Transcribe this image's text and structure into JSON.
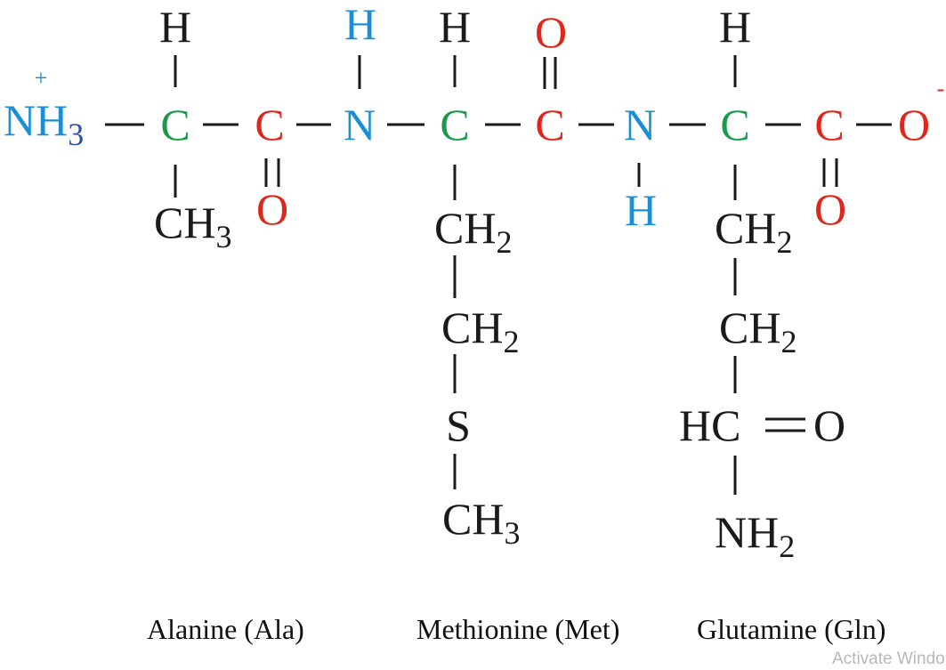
{
  "atoms": {
    "nh3": "NH",
    "nh3_sub": "3",
    "plus": "+",
    "c_ala_alpha": "C",
    "c_ala_carbonyl": "C",
    "n1": "N",
    "c_met_alpha": "C",
    "c_met_carbonyl": "C",
    "n2": "N",
    "c_gln_alpha": "C",
    "c_gln_carboxyl": "C",
    "o_terminal": "O",
    "minus": "-",
    "h_ala": "H",
    "h_n1": "H",
    "h_met": "H",
    "o_met": "O",
    "h_gln": "H",
    "ch3_ala": "CH",
    "ch3_ala_sub": "3",
    "o_ala": "O",
    "met_ch2_1": "CH",
    "met_ch2_1_sub": "2",
    "met_ch2_2": "CH",
    "met_ch2_2_sub": "2",
    "met_s": "S",
    "met_ch3": "CH",
    "met_ch3_sub": "3",
    "h_n2": "H",
    "gln_ch2_1": "CH",
    "gln_ch2_1_sub": "2",
    "gln_ch2_2": "CH",
    "gln_ch2_2_sub": "2",
    "gln_hc": "HC",
    "gln_o": "O",
    "gln_nh2": "NH",
    "gln_nh2_sub": "2",
    "o_gln": "O"
  },
  "labels": {
    "ala": "Alanine (Ala)",
    "met": "Methionine (Met)",
    "gln": "Glutamine (Gln)"
  },
  "watermark": "Activate Windo",
  "colors": {
    "nitrogen": "#1a8fd6",
    "carbonyl": "#e0261b",
    "alpha_carbon": "#1c9a4b",
    "other": "#1a1a1a"
  }
}
